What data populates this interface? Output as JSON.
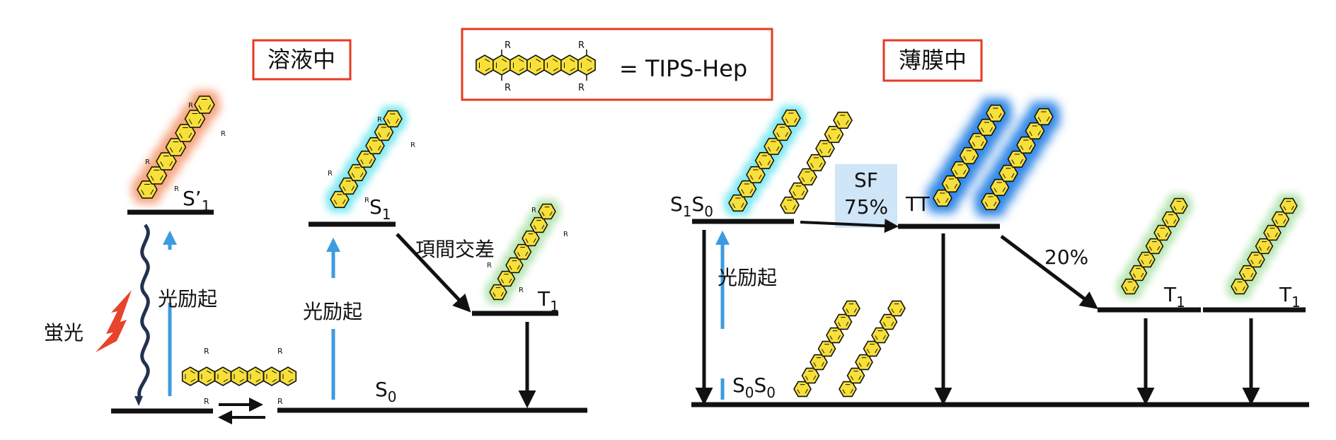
{
  "titles": {
    "solution": "溶液中",
    "film": "薄膜中"
  },
  "legend": {
    "substituent": "R",
    "equation": "= TIPS-Hep"
  },
  "solution_panel": {
    "s1_prime": {
      "main": "S’",
      "sub": "1"
    },
    "s1": {
      "main": "S",
      "sub": "1"
    },
    "t1": {
      "main": "T",
      "sub": "1"
    },
    "s0": {
      "main": "S",
      "sub": "0"
    },
    "fluorescence": "蛍光",
    "photoexcitation_left": "光励起",
    "photoexcitation_right": "光励起",
    "isc": "項間交差"
  },
  "film_panel": {
    "s1s0": {
      "a": "S",
      "a_sub": "1",
      "b": "S",
      "b_sub": "0"
    },
    "s0s0": {
      "a": "S",
      "a_sub": "0",
      "b": "S",
      "b_sub": "0"
    },
    "tt": "TT",
    "sf": {
      "label": "SF",
      "yield": "75%"
    },
    "split_yield": "20%",
    "t1_a": {
      "main": "T",
      "sub": "1"
    },
    "t1_b": {
      "main": "T",
      "sub": "1"
    },
    "photoexcitation": "光励起"
  },
  "colors": {
    "frame": "#e53a24",
    "blue_arrow": "#3d9be0",
    "lightning": "#e8432b",
    "ring_fill": "#f8e03a",
    "glow_orange": "#f6a37d",
    "glow_cyan": "#7fe8f2",
    "glow_green": "#b9e6b5",
    "glow_blue": "#2f86e6",
    "sf_box": "#cfe5f8",
    "wavy": "#22314f"
  }
}
